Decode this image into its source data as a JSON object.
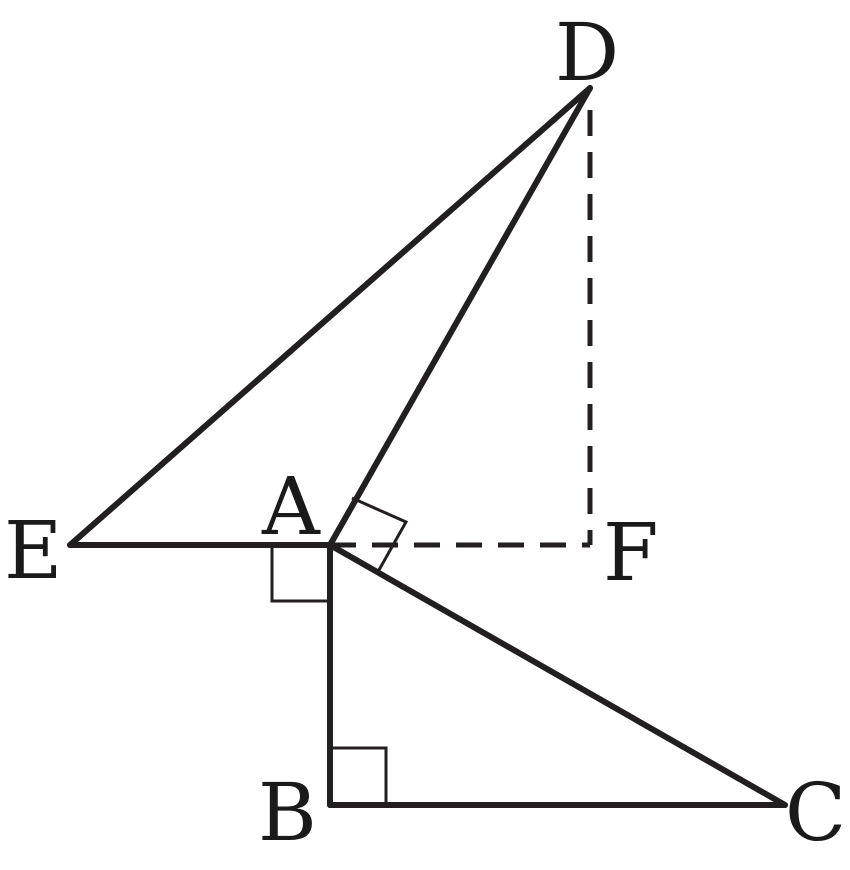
{
  "labels": {
    "A": "A",
    "B": "B",
    "C": "C",
    "D": "D",
    "E": "E",
    "F": "F"
  },
  "colors": {
    "stroke": "#231f20",
    "text": "#1a1a1a",
    "background": "#ffffff"
  }
}
